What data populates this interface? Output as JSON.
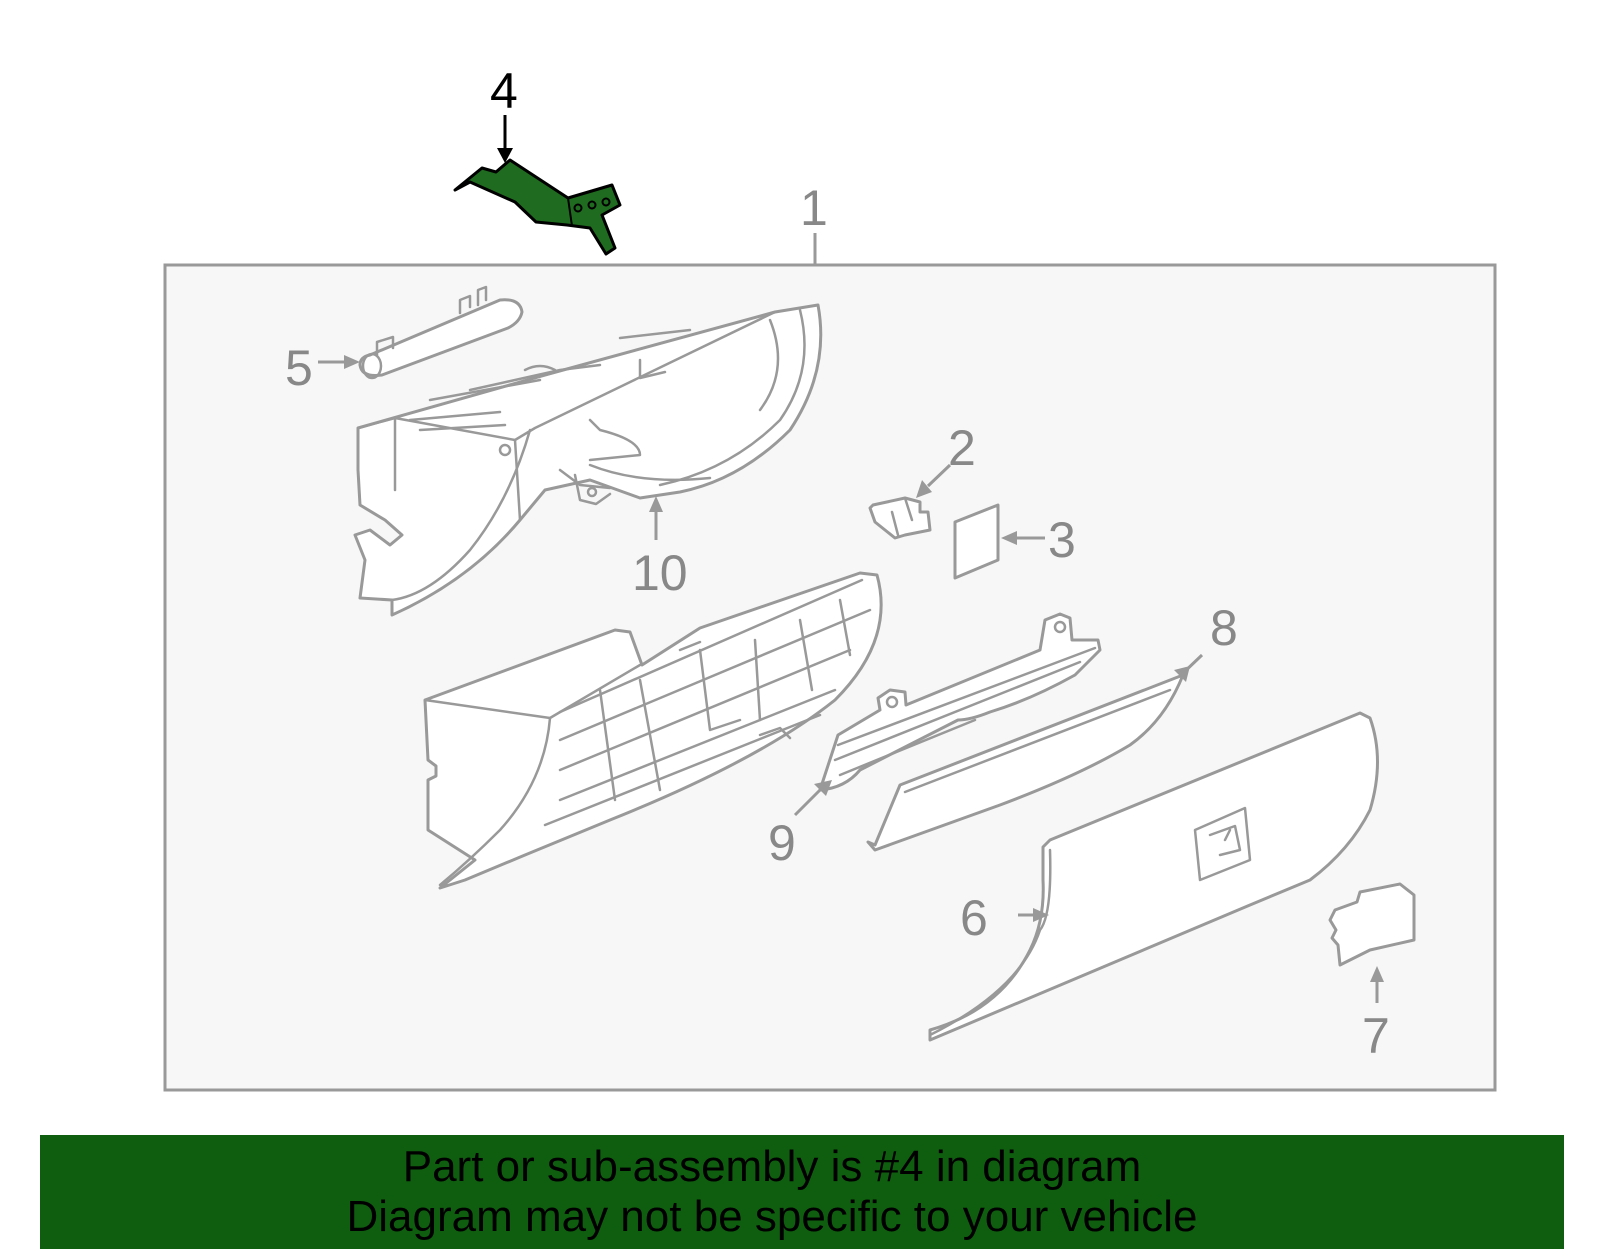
{
  "diagram": {
    "highlighted_part": "4",
    "highlight_color": "#1f6b1f",
    "caption_bar_color": "#0f5e0f",
    "callouts": {
      "c1": "1",
      "c2": "2",
      "c3": "3",
      "c4": "4",
      "c5": "5",
      "c6": "6",
      "c7": "7",
      "c8": "8",
      "c9": "9",
      "c10": "10"
    }
  },
  "caption": {
    "line1": "Part or sub-assembly is #4 in diagram",
    "line2": "Diagram may not be specific to your vehicle"
  }
}
